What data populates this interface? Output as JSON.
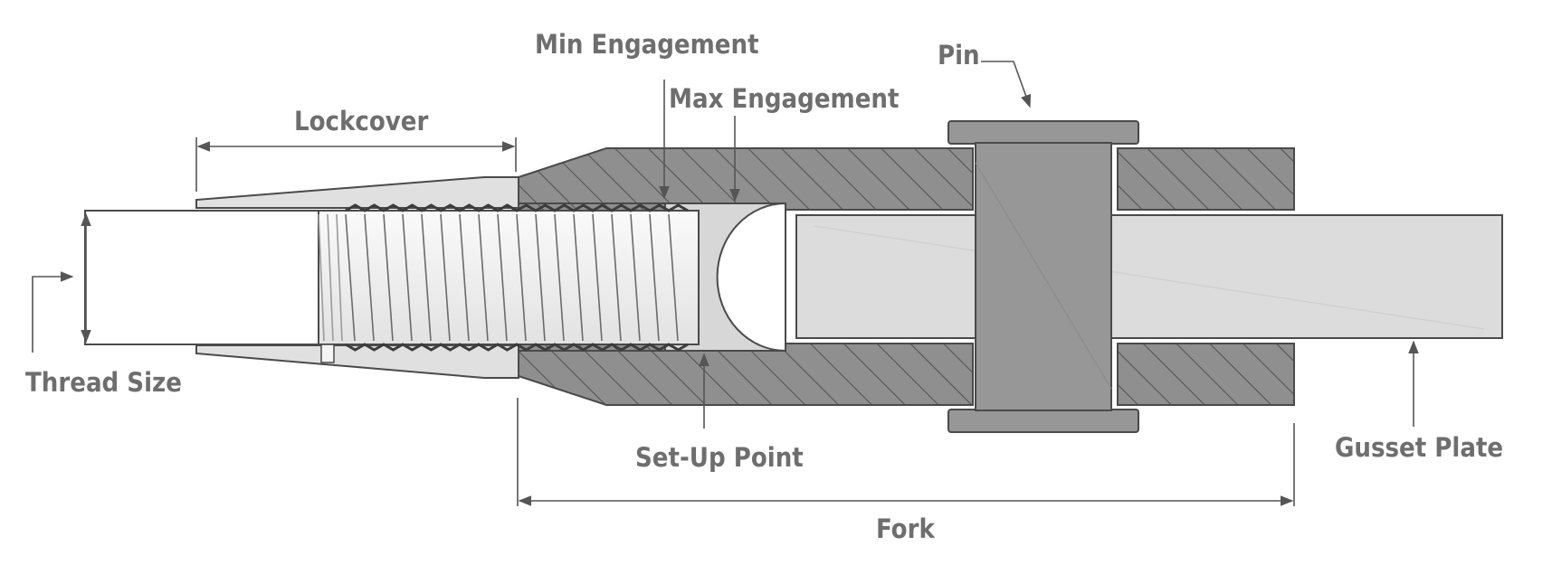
{
  "diagram": {
    "labels": {
      "min_engagement": "Min Engagement",
      "max_engagement": "Max Engagement",
      "pin": "Pin",
      "lockcover": "Lockcover",
      "thread_size": "Thread Size",
      "set_up_point": "Set-Up Point",
      "gusset_plate": "Gusset Plate",
      "fork": "Fork"
    },
    "colors": {
      "background": "#ffffff",
      "fork_body": "#8f8f8f",
      "fork_hatch": "#4f4f4f",
      "pin": "#979797",
      "gusset_plate": "#dcdcdc",
      "rod": "#ffffff",
      "thread": "#f0f0f0",
      "lockcover": "#e0e0e0",
      "label": "#6e6e6e",
      "line": "#555555"
    }
  }
}
